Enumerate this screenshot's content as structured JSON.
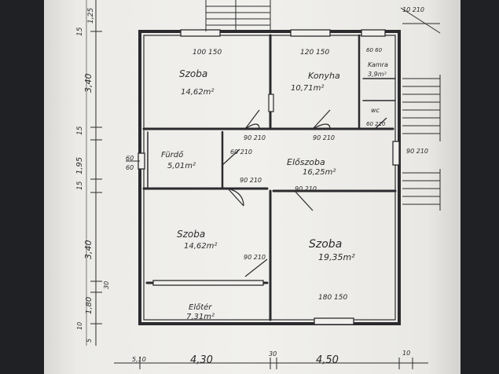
{
  "rooms": [
    {
      "name": "Szoba",
      "area": "14,62m²",
      "door": "100 150"
    },
    {
      "name": "Konyha",
      "area": "10,71m²",
      "door": "120 150"
    },
    {
      "name": "Kamra",
      "area": "3,9m²"
    },
    {
      "name": "wc",
      "area": ""
    },
    {
      "name": "Fürdő",
      "area": "5,01m²"
    },
    {
      "name": "Előszoba",
      "area": "16,25m²"
    },
    {
      "name": "Szoba",
      "area": "14,62m²"
    },
    {
      "name": "Szoba",
      "area": "19,35m²",
      "door": "180 150"
    },
    {
      "name": "Előtér",
      "area": "7,31m²"
    }
  ],
  "door_labels": [
    "90 210",
    "90 210",
    "60 210",
    "90 210",
    "90 210",
    "90 210",
    "90 210",
    "60 210",
    "60 60",
    "10 210"
  ],
  "dimensions": {
    "bottom": [
      "5,10",
      "4,30",
      "30",
      "4,50",
      "10"
    ],
    "left": [
      "15",
      "1,25",
      "3,40",
      "15",
      "1,95",
      "15",
      "3,40",
      "30",
      "1,80",
      "10",
      "5"
    ],
    "side_small": [
      "60",
      "60"
    ]
  },
  "colors": {
    "ink": "#2b2b2e",
    "paper": "#efeeea",
    "background": "#1f2023"
  }
}
